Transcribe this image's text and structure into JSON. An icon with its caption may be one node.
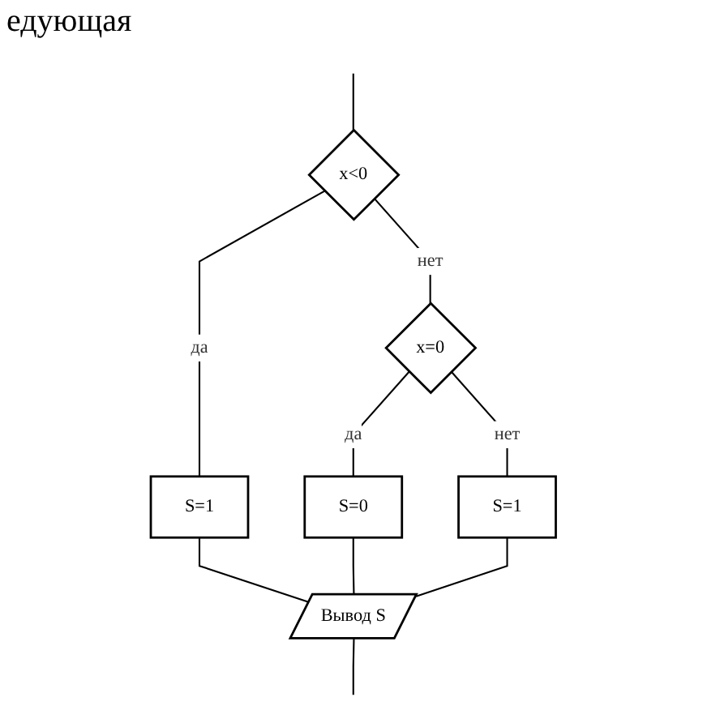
{
  "diagram": {
    "nodes": [
      {
        "text": [
          "x<0"
        ]
      },
      {
        "text": [
          "S=1"
        ]
      },
      {
        "text": [
          "x=0"
        ]
      },
      {
        "text": [
          "S=0"
        ]
      },
      {
        "text": [
          "S=1"
        ]
      },
      {
        "text": [
          "Вывод S"
        ]
      }
    ],
    "edges": [
      {
        "from": null,
        "to": 0,
        "arrow": "none"
      },
      {
        "from": 0,
        "to": 1,
        "label": "да",
        "arrow": "none"
      },
      {
        "from": 0,
        "to": 2,
        "label": "нет",
        "arrow": "none"
      },
      {
        "from": 2,
        "to": 3,
        "label": "да",
        "arrow": "none"
      },
      {
        "from": 2,
        "to": 4,
        "label": "нет",
        "arrow": "none"
      },
      {
        "from": 1,
        "to": 5,
        "arrow": "none"
      },
      {
        "from": 3,
        "to": 5,
        "arrow": "none"
      },
      {
        "from": 4,
        "to": 5,
        "arrow": "none"
      },
      {
        "from": 5,
        "to": null,
        "arrow": "none"
      }
    ],
    "labels": [
      "едующая"
    ]
  }
}
